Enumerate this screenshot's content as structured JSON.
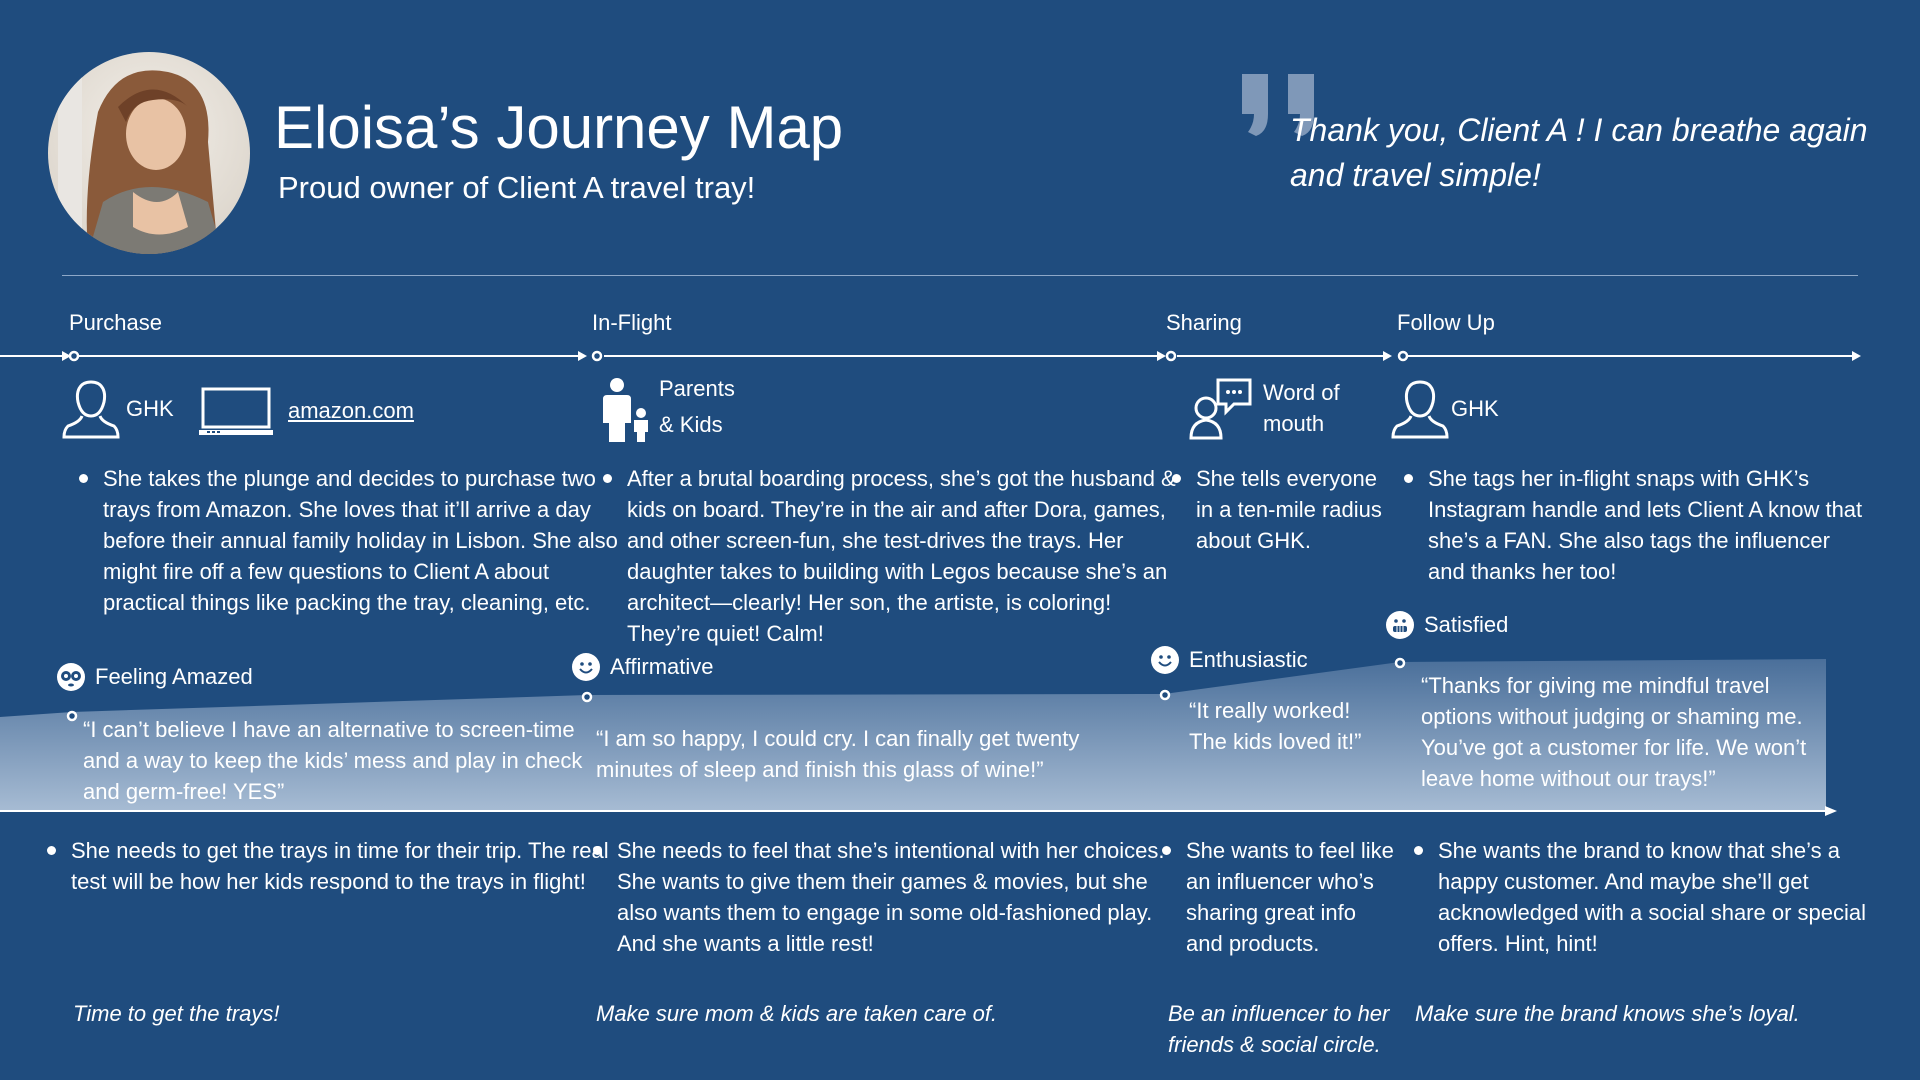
{
  "header": {
    "title": "Eloisa’s Journey Map",
    "subtitle": "Proud owner of Client A travel tray!",
    "quote": "Thank you, Client A ! I can breathe again and travel simple!"
  },
  "stages": [
    {
      "label": "Purchase"
    },
    {
      "label": "In-Flight"
    },
    {
      "label": "Sharing"
    },
    {
      "label": "Follow Up"
    }
  ],
  "touchpoints": {
    "purchase_person": "GHK",
    "purchase_link": "amazon.com",
    "inflight_line1": "Parents",
    "inflight_line2": "& Kids",
    "sharing_line1": "Word of",
    "sharing_line2": "mouth",
    "followup_person": "GHK"
  },
  "descriptions": [
    "She takes the plunge and decides to purchase two trays from Amazon. She loves that it’ll arrive a day before their annual family holiday in Lisbon. She also might fire off a few questions to Client A about practical things like packing the tray, cleaning, etc.",
    "After a brutal boarding process, she’s got the husband & kids on board. They’re in the air and after Dora, games, and other screen-fun, she test-drives the trays. Her daughter takes to building with Legos because she’s an architect—clearly! Her son, the artiste, is coloring! They’re quiet! Calm!",
    "She tells everyone in a ten-mile radius about GHK.",
    "She tags her in-flight snaps with GHK’s Instagram handle and lets Client A know that she’s a FAN. She also tags the influencer and thanks her too!"
  ],
  "emotions": [
    {
      "label": "Feeling Amazed",
      "icon": "amazed-face-icon",
      "level": 0.15
    },
    {
      "label": "Affirmative",
      "icon": "smile-face-icon",
      "level": 0.18
    },
    {
      "label": "Enthusiastic",
      "icon": "smile-face-icon",
      "level": 0.19
    },
    {
      "label": "Satisfied",
      "icon": "grin-face-icon",
      "level": 0.23
    }
  ],
  "quotes": [
    "“I can’t believe I have an alternative to screen-time and a way to keep the kids’ mess and play in check and germ-free! YES”",
    "“I am so happy, I could cry. I can finally get twenty minutes of sleep and finish this glass of wine!”",
    "“It really worked! The kids loved it!”",
    "“Thanks for giving me mindful travel options without judging or shaming me. You’ve got a customer for life. We won’t leave home without our trays!”"
  ],
  "needs": [
    "She needs to get the trays in time for their trip. The real test will be how her kids respond to the trays in flight!",
    "She needs to feel that she’s intentional with her choices. She wants to give them their games & movies, but she also wants them to engage in some old-fashioned play. And she wants a little rest!",
    "She wants to feel like an influencer who’s sharing great info and products.",
    "She wants the brand to know that she’s a happy customer. And maybe she’ll get acknowledged with a social share or special offers. Hint, hint!"
  ],
  "goals": [
    "Time to get the trays!",
    "Make sure mom & kids are taken care of.",
    "Be an influencer to her friends & social circle.",
    "Make sure the brand knows she’s loyal."
  ],
  "colors": {
    "background": "#1f4c7e",
    "divider": "#8ea8c8",
    "quote_mark": "#7f98b8",
    "emotion_area_top": "#4a6f9a",
    "emotion_area_bottom": "#a6bbd3"
  }
}
